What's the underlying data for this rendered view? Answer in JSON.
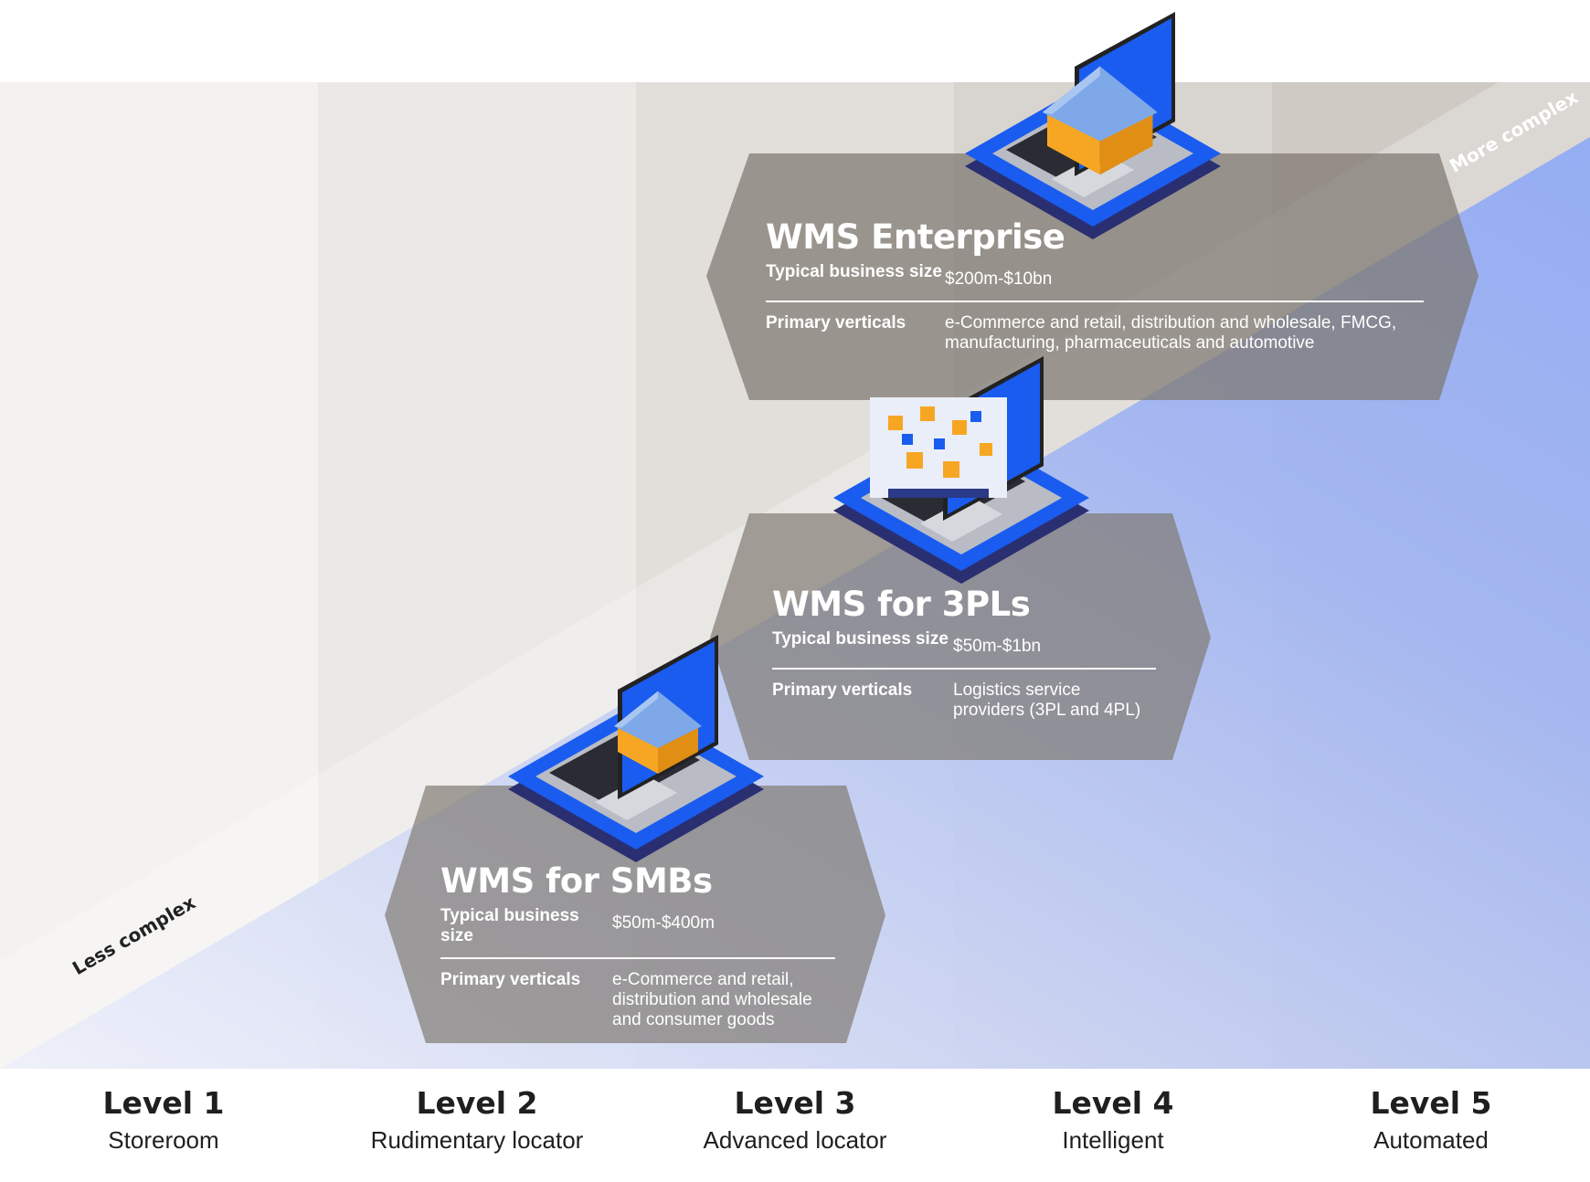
{
  "axis": {
    "less_label": "Less complex",
    "more_label": "More complex"
  },
  "levels": [
    {
      "name": "Level 1",
      "desc": "Storeroom"
    },
    {
      "name": "Level 2",
      "desc": "Rudimentary locator"
    },
    {
      "name": "Level 3",
      "desc": "Advanced locator"
    },
    {
      "name": "Level 4",
      "desc": "Intelligent"
    },
    {
      "name": "Level 5",
      "desc": "Automated"
    }
  ],
  "cards": {
    "enterprise": {
      "title": "WMS Enterprise",
      "size_label": "Typical business size",
      "size_value": "$200m-$10bn",
      "verticals_label": "Primary verticals",
      "verticals_value": "e-Commerce and retail, distribution and wholesale, FMCG, manufacturing, pharmaceuticals and automotive"
    },
    "three_pl": {
      "title": "WMS for 3PLs",
      "size_label": "Typical business size",
      "size_value": "$50m-$1bn",
      "verticals_label": "Primary verticals",
      "verticals_value": "Logistics service providers (3PL and 4PL)"
    },
    "smb": {
      "title": "WMS for SMBs",
      "size_label": "Typical business size",
      "size_value": "$50m-$400m",
      "verticals_label": "Primary verticals",
      "verticals_value": "e-Commerce and retail, distribution and wholesale and consumer goods"
    }
  },
  "colors": {
    "accent_blue": "#1a5cf0",
    "warehouse_orange": "#f6a623",
    "card_fill": "#7d776f"
  }
}
